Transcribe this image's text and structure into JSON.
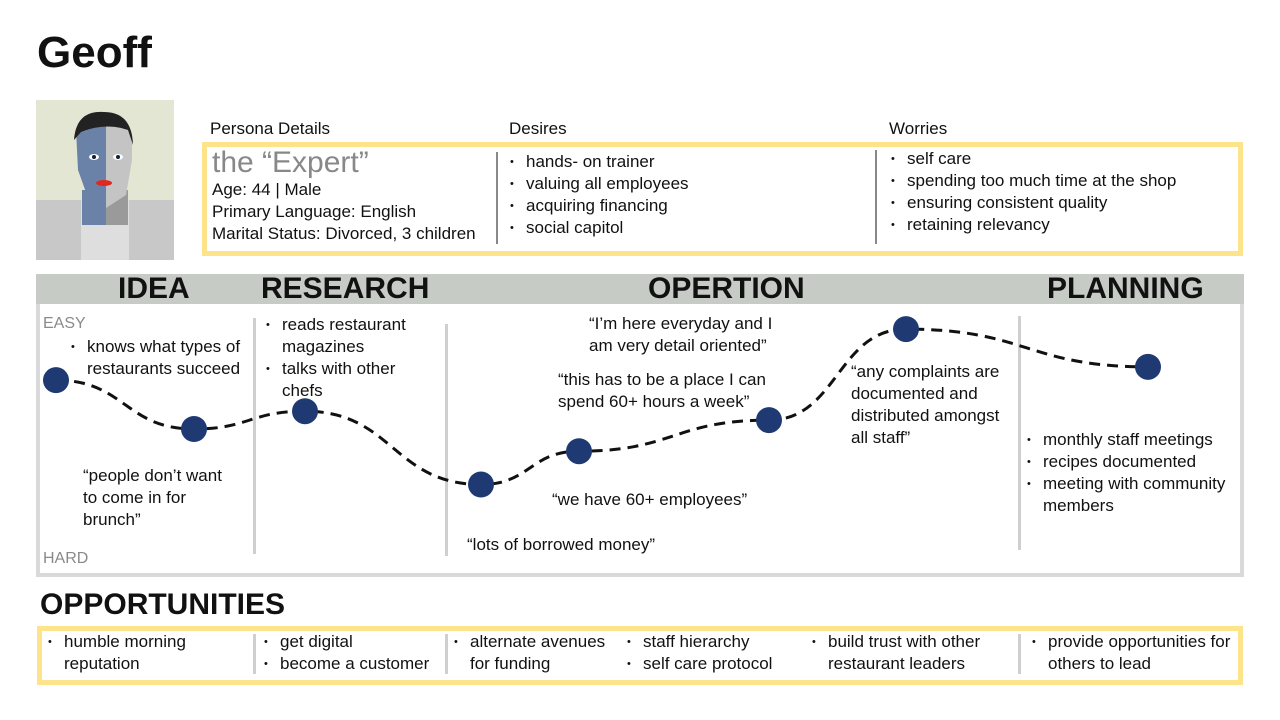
{
  "name": "Geoff",
  "persona": {
    "label": "Persona Details",
    "archetype": "the “Expert”",
    "age": "Age: 44 | Male",
    "language": "Primary Language: English",
    "marital": "Marital Status: Divorced, 3 children"
  },
  "desires": {
    "label": "Desires",
    "items": [
      "hands- on trainer",
      "valuing all employees",
      "acquiring financing",
      "social capitol"
    ]
  },
  "worries": {
    "label": "Worries",
    "items": [
      "self care",
      "spending too much time at the shop",
      "ensuring consistent quality",
      "retaining relevancy"
    ]
  },
  "stages": [
    "IDEA",
    "RESEARCH",
    "OPERTION",
    "PLANNING"
  ],
  "scale": {
    "easy": "EASY",
    "hard": "HARD"
  },
  "notes": {
    "idea_top": "knows what types of restaurants succeed",
    "idea_quote": "“people don’t want to come in for brunch”",
    "research": [
      "reads restaurant magazines",
      "talks with other chefs"
    ],
    "op_q1": "“I’m here everyday and I am very detail oriented”",
    "op_q2": "“this has to be a place I can spend 60+ hours a week”",
    "op_q3": "“we have 60+ employees”",
    "op_q4": "“lots of borrowed money”",
    "op_q5": "“any complaints are documented and distributed amongst all staff”",
    "planning": [
      "monthly staff meetings",
      "recipes documented",
      "meeting with community members"
    ]
  },
  "journey_points": [
    0.72,
    0.5,
    0.58,
    0.25,
    0.4,
    0.54,
    0.95,
    0.78
  ],
  "colors": {
    "accent": "#fde38a",
    "point": "#1f3a73",
    "bar": "#c6cbc6"
  },
  "opportunities": {
    "title": "OPPORTUNITIES",
    "groups": [
      [
        "humble morning reputation"
      ],
      [
        "get digital",
        "become a customer"
      ],
      [
        "alternate avenues for funding"
      ],
      [
        "staff hierarchy",
        "self care protocol"
      ],
      [
        "build trust with other restaurant leaders"
      ],
      [
        "provide opportunities for others to lead"
      ]
    ]
  }
}
